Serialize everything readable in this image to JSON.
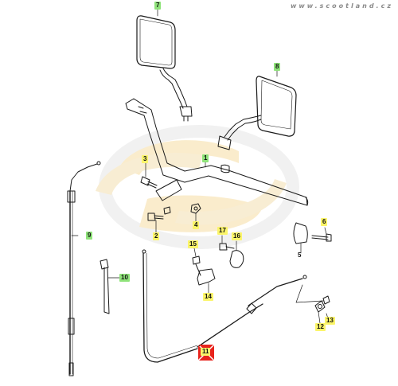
{
  "watermark": {
    "url_text": "www.scootland.cz",
    "logo": "scootland-s-logo"
  },
  "colors": {
    "green_label": "#8fe37a",
    "yellow_label": "#fbf56a",
    "red_marker": "#e8231c",
    "line": "#1a1a1a"
  },
  "parts": [
    {
      "num": "7",
      "label_color": "green",
      "part": "mirror-left"
    },
    {
      "num": "8",
      "label_color": "green",
      "part": "mirror-right"
    },
    {
      "num": "1",
      "label_color": "green",
      "part": "handlebar"
    },
    {
      "num": "3",
      "label_color": "yellow",
      "part": "bolt"
    },
    {
      "num": "4",
      "label_color": "yellow",
      "part": "nut"
    },
    {
      "num": "2",
      "label_color": "yellow",
      "part": "bolt"
    },
    {
      "num": "9",
      "label_color": "green",
      "part": "throttle-cable"
    },
    {
      "num": "10",
      "label_color": "green",
      "part": "cable-holder"
    },
    {
      "num": "15",
      "label_color": "yellow",
      "part": "screw"
    },
    {
      "num": "14",
      "label_color": "yellow",
      "part": "bracket"
    },
    {
      "num": "17",
      "label_color": "yellow",
      "part": "bolt"
    },
    {
      "num": "16",
      "label_color": "yellow",
      "part": "clamp"
    },
    {
      "num": "6",
      "label_color": "yellow",
      "part": "screw"
    },
    {
      "num": "5",
      "label_color": "none",
      "part": "grip-end"
    },
    {
      "num": "13",
      "label_color": "yellow",
      "part": "screw"
    },
    {
      "num": "12",
      "label_color": "yellow",
      "part": "washer"
    },
    {
      "num": "11",
      "label_color": "red",
      "part": "brake-cable"
    }
  ]
}
